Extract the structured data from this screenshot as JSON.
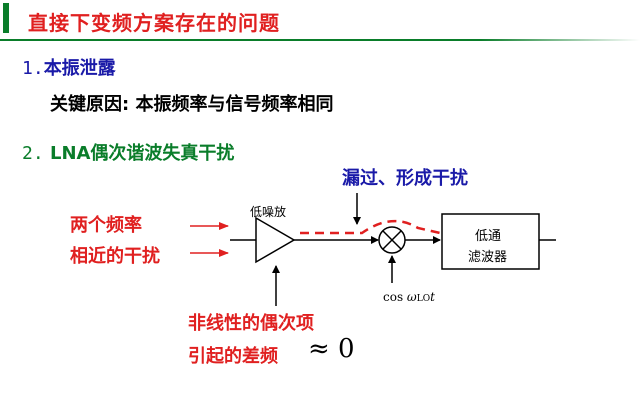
{
  "header": {
    "title": "直接下变频方案存在的问题"
  },
  "items": [
    {
      "number": "1.",
      "heading": "本振泄露",
      "detail": "关键原因: 本振频率与信号频率相同"
    },
    {
      "number": "2.",
      "heading": "LNA偶次谐波失真干扰"
    }
  ],
  "diagram": {
    "leak_label": "漏过、形成干扰",
    "interference_line1": "两个频率",
    "interference_line2": "相近的干扰",
    "lna_label": "低噪放",
    "filter_line1": "低通",
    "filter_line2": "滤波器",
    "lo_prefix": "cos ",
    "lo_omega": "ω",
    "lo_sub": "LO",
    "lo_t": "t",
    "nonlinear_line1": "非线性的偶次项",
    "nonlinear_line2": "引起的差频",
    "approx_text": "≈ 0"
  },
  "colors": {
    "title": "#e02020",
    "accent": "#0a7d2a",
    "blue": "#1a1aa8",
    "red": "#e02020"
  }
}
